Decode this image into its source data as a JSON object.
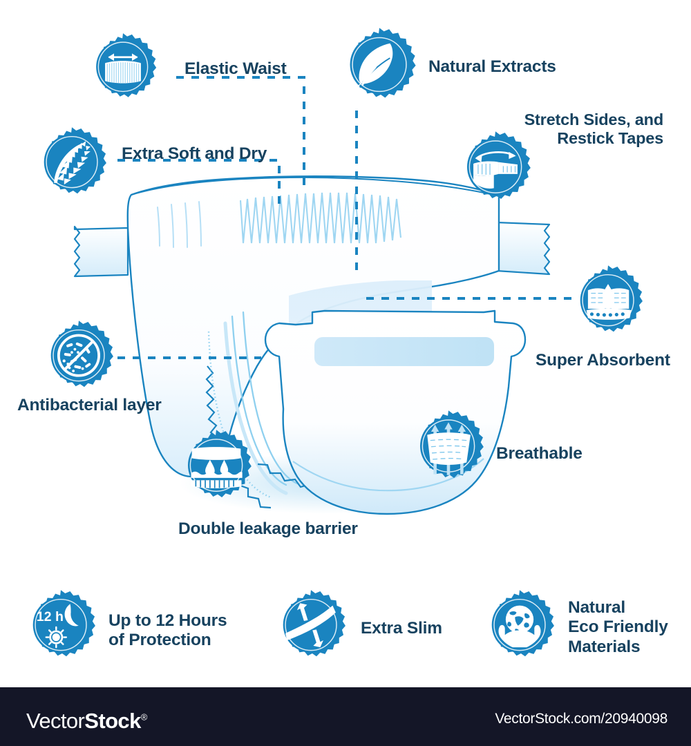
{
  "colors": {
    "brand_blue": "#1a84c0",
    "text_navy": "#17425f",
    "light_blue": "#bfe2f5",
    "pale_blue": "#e8f5fc",
    "footer_bg": "#141627"
  },
  "diagram": {
    "title": "Baby diaper features infographic",
    "product_illustration": "baby-diaper-line-art"
  },
  "features": [
    {
      "id": "elastic-waist",
      "label": "Elastic Waist",
      "icon": "elastic-waist-icon",
      "icon_description": "double-headed arrow above pleated elastic band"
    },
    {
      "id": "natural-extracts",
      "label": "Natural Extracts",
      "icon": "leaf-icon",
      "icon_description": "leaf with stem"
    },
    {
      "id": "stretch-sides",
      "label": "Stretch Sides, and\nRestick Tapes",
      "icon": "stretch-tape-icon",
      "icon_description": "diaper side panel with curved stretch arrow and tape"
    },
    {
      "id": "extra-soft-and-dry",
      "label": "Extra Soft and Dry",
      "icon": "feather-icon",
      "icon_description": "soft feather"
    },
    {
      "id": "antibacterial-layer",
      "label": "Antibacterial layer",
      "icon": "no-bacteria-icon",
      "icon_description": "bacteria inside a prohibition circle with slash"
    },
    {
      "id": "super-absorbent",
      "label": "Super Absorbent",
      "icon": "absorbent-layers-icon",
      "icon_description": "water droplet absorbed into layered pad"
    },
    {
      "id": "double-leakage-barrier",
      "label": "Double leakage barrier",
      "icon": "leakage-barrier-icon",
      "icon_description": "two droplets above double wavy barrier layers"
    },
    {
      "id": "breathable",
      "label": "Breathable",
      "icon": "breathable-icon",
      "icon_description": "air arrows rising through perforated fabric"
    },
    {
      "id": "12-hours-protection",
      "label": "Up to 12 Hours\nof Protection",
      "icon": "night-protection-icon",
      "icon_text": "12 h",
      "icon_description": "12 h text with crescent moon and sun"
    },
    {
      "id": "extra-slim",
      "label": "Extra Slim",
      "icon": "extra-slim-icon",
      "icon_description": "two arrows compressing toward a thin slanted band"
    },
    {
      "id": "natural-eco-friendly",
      "label": "Natural\nEco Friendly\nMaterials",
      "icon": "eco-globe-hands-icon",
      "icon_description": "globe held in two hands"
    }
  ],
  "footer": {
    "logo_first": "Vector",
    "logo_second": "Stock",
    "logo_mark": "®",
    "url": "VectorStock.com/20940098"
  }
}
